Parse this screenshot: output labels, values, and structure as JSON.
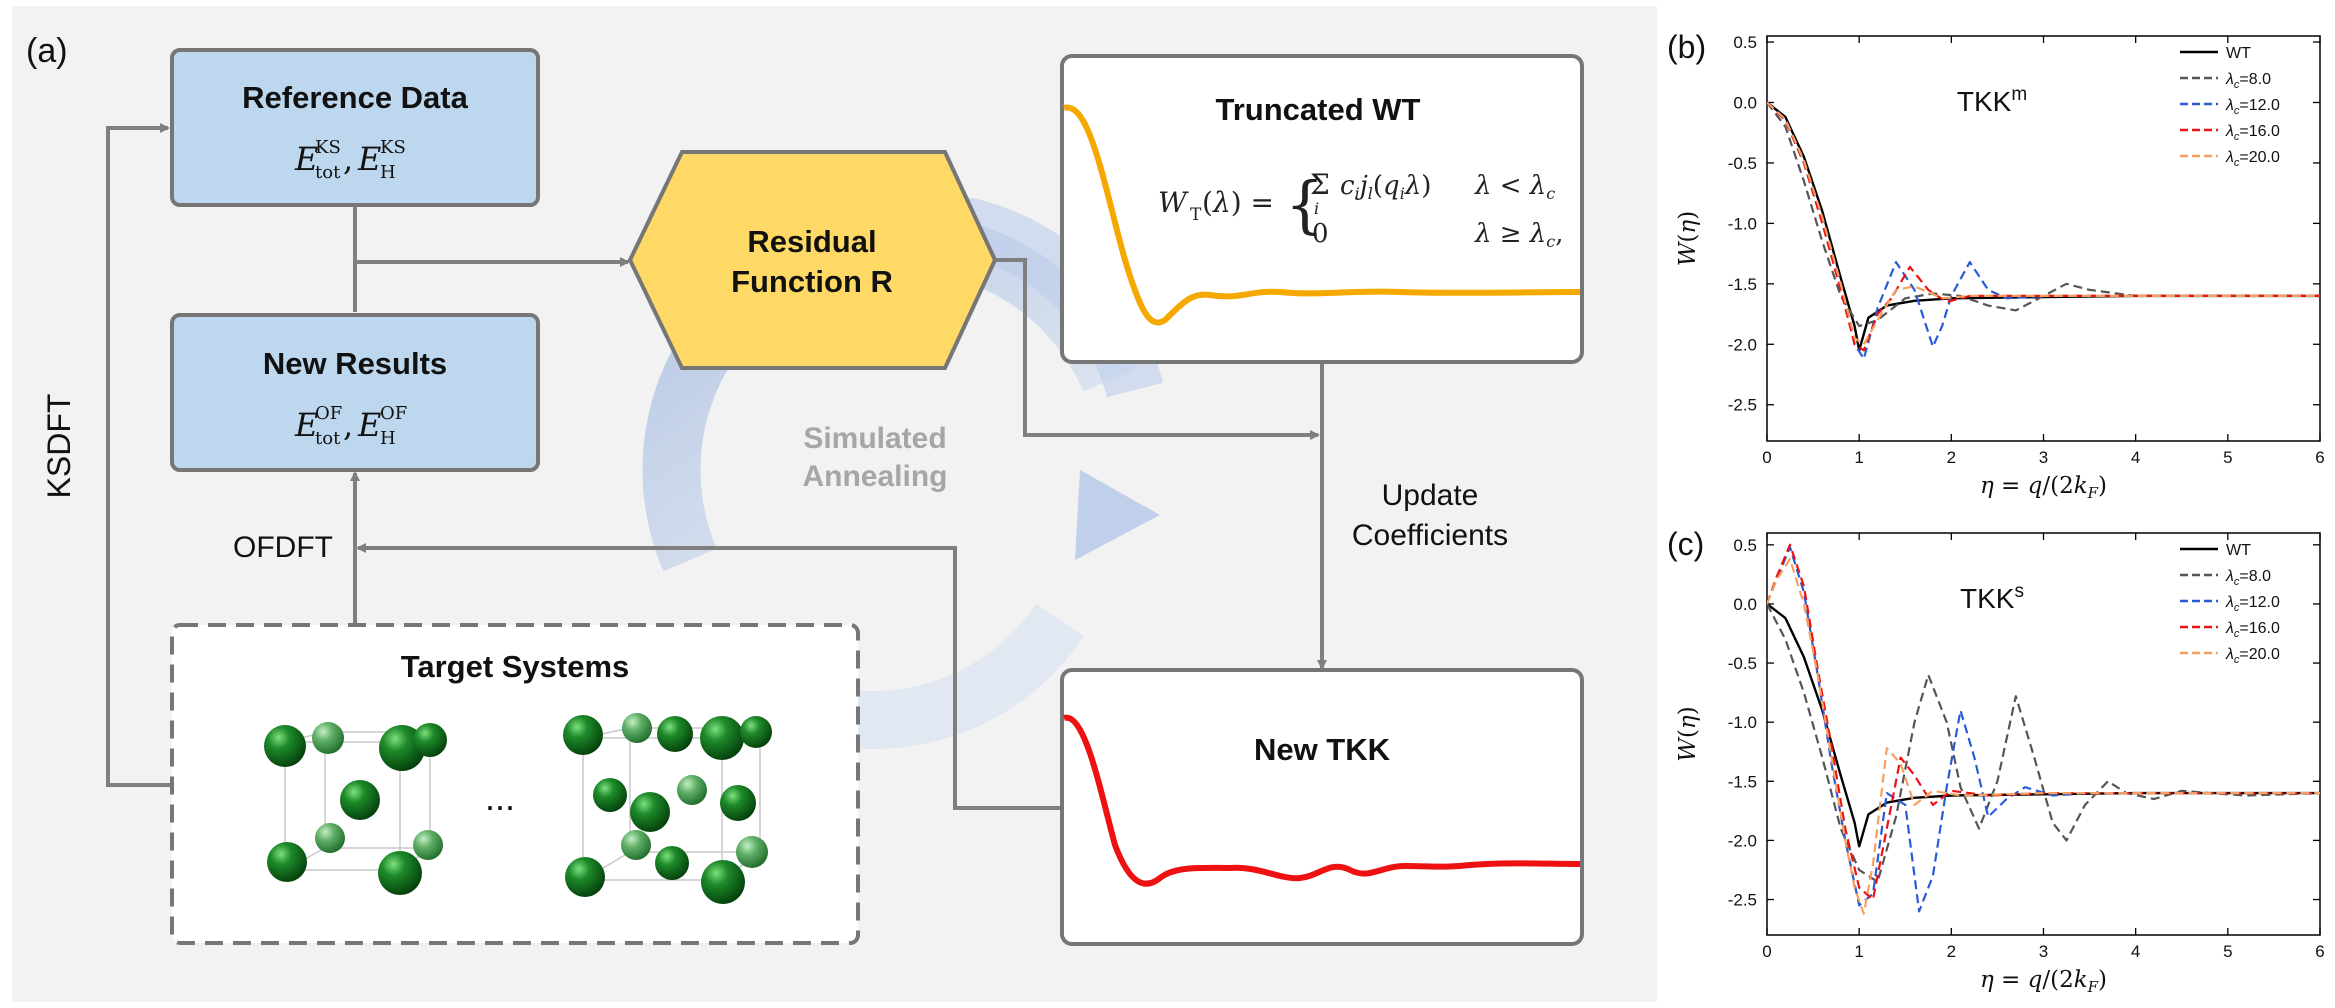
{
  "panel_a": {
    "label": "(a)",
    "reference_data": {
      "title": "Reference Data",
      "formula": "E_tot^KS, E_H^KS"
    },
    "new_results": {
      "title": "New Results",
      "formula": "E_tot^OF, E_H^OF"
    },
    "residual": {
      "line1": "Residual",
      "line2": "Function R"
    },
    "truncated_wt": {
      "title": "Truncated WT",
      "equation": "W_T(λ) = { Σ_i c_i j_l(q_i λ)  λ < λ_c ; 0  λ ≥ λ_c, }"
    },
    "new_tkk": {
      "title": "New TKK"
    },
    "target_systems": {
      "title": "Target Systems",
      "ellipsis": "..."
    },
    "ksdft": "KSDFT",
    "ofdft": "OFDFT",
    "annealing": {
      "line1": "Simulated",
      "line2": "Annealing"
    },
    "update": {
      "line1": "Update",
      "line2": "Coefficients"
    },
    "colors": {
      "blue_box": "#bdd7ee",
      "hexagon": "#ffd966",
      "orange_curve": "#f5a800",
      "red_curve": "#ee1111",
      "background": "#f2f2f2"
    }
  },
  "chart_data": [
    {
      "panel_label": "(b)",
      "type": "line",
      "title": "TKKm",
      "xlabel": "η = q/(2k_F)",
      "ylabel": "W(η)",
      "xlim": [
        0,
        6
      ],
      "ylim": [
        -2.8,
        0.55
      ],
      "xticks": [
        "0",
        "1",
        "2",
        "3",
        "4",
        "5",
        "6"
      ],
      "yticks": [
        "0.5",
        "0.0",
        "-0.5",
        "-1.0",
        "-1.5",
        "-2.0",
        "-2.5"
      ],
      "legend_position": "top-right",
      "series": [
        {
          "name": "WT",
          "color": "#000000",
          "dashed": false,
          "x": [
            0,
            0.2,
            0.4,
            0.6,
            0.8,
            0.95,
            1.0,
            1.1,
            1.3,
            1.6,
            2.0,
            3.0,
            4.0,
            6.0
          ],
          "y": [
            0,
            -0.12,
            -0.45,
            -0.9,
            -1.45,
            -1.85,
            -2.05,
            -1.78,
            -1.68,
            -1.64,
            -1.62,
            -1.61,
            -1.6,
            -1.6
          ]
        },
        {
          "name": "λc=8.0",
          "color": "#555555",
          "dashed": true,
          "x": [
            0,
            0.2,
            0.4,
            0.6,
            0.8,
            1.0,
            1.2,
            1.5,
            1.8,
            2.1,
            2.4,
            2.7,
            3.0,
            3.25,
            3.5,
            4.0,
            6.0
          ],
          "y": [
            0,
            -0.2,
            -0.65,
            -1.15,
            -1.6,
            -1.85,
            -1.8,
            -1.62,
            -1.58,
            -1.6,
            -1.68,
            -1.72,
            -1.6,
            -1.5,
            -1.55,
            -1.6,
            -1.6
          ]
        },
        {
          "name": "λc=12.0",
          "color": "#2a5bd7",
          "dashed": true,
          "x": [
            0,
            0.2,
            0.4,
            0.6,
            0.8,
            0.95,
            1.05,
            1.2,
            1.4,
            1.6,
            1.8,
            1.9,
            2.0,
            2.2,
            2.4,
            2.6,
            3.0,
            6.0
          ],
          "y": [
            0,
            -0.15,
            -0.5,
            -0.95,
            -1.5,
            -2.0,
            -2.12,
            -1.7,
            -1.32,
            -1.55,
            -2.02,
            -1.85,
            -1.6,
            -1.32,
            -1.55,
            -1.62,
            -1.6,
            -1.6
          ]
        },
        {
          "name": "λc=16.0",
          "color": "#ee1111",
          "dashed": true,
          "x": [
            0,
            0.2,
            0.4,
            0.6,
            0.8,
            0.95,
            1.05,
            1.2,
            1.35,
            1.55,
            1.75,
            1.95,
            2.2,
            3.0,
            6.0
          ],
          "y": [
            0,
            -0.15,
            -0.5,
            -1.0,
            -1.55,
            -2.0,
            -2.05,
            -1.75,
            -1.62,
            -1.36,
            -1.55,
            -1.65,
            -1.6,
            -1.6,
            -1.6
          ]
        },
        {
          "name": "λc=20.0",
          "color": "#f5a060",
          "dashed": true,
          "x": [
            0,
            0.2,
            0.4,
            0.6,
            0.8,
            0.95,
            1.05,
            1.2,
            1.4,
            1.6,
            1.9,
            2.2,
            3.0,
            6.0
          ],
          "y": [
            0,
            -0.14,
            -0.48,
            -0.95,
            -1.5,
            -1.95,
            -2.0,
            -1.8,
            -1.55,
            -1.52,
            -1.62,
            -1.6,
            -1.6,
            -1.6
          ]
        }
      ]
    },
    {
      "panel_label": "(c)",
      "type": "line",
      "title": "TKKs",
      "xlabel": "η = q/(2k_F)",
      "ylabel": "W(η)",
      "xlim": [
        0,
        6
      ],
      "ylim": [
        -2.8,
        0.6
      ],
      "xticks": [
        "0",
        "1",
        "2",
        "3",
        "4",
        "5",
        "6"
      ],
      "yticks": [
        "0.5",
        "0.0",
        "-0.5",
        "-1.0",
        "-1.5",
        "-2.0",
        "-2.5"
      ],
      "legend_position": "top-right",
      "series": [
        {
          "name": "WT",
          "color": "#000000",
          "dashed": false,
          "x": [
            0,
            0.2,
            0.4,
            0.6,
            0.8,
            0.95,
            1.0,
            1.1,
            1.3,
            1.6,
            2.0,
            3.0,
            4.0,
            6.0
          ],
          "y": [
            0,
            -0.12,
            -0.45,
            -0.9,
            -1.45,
            -1.85,
            -2.05,
            -1.78,
            -1.68,
            -1.64,
            -1.62,
            -1.61,
            -1.6,
            -1.6
          ]
        },
        {
          "name": "λc=8.0",
          "color": "#555555",
          "dashed": true,
          "x": [
            0,
            0.2,
            0.4,
            0.6,
            0.8,
            1.0,
            1.2,
            1.4,
            1.6,
            1.75,
            1.95,
            2.1,
            2.3,
            2.5,
            2.7,
            2.9,
            3.1,
            3.25,
            3.45,
            3.7,
            3.9,
            4.2,
            4.5,
            4.8,
            5.2,
            6.0
          ],
          "y": [
            0,
            -0.3,
            -0.75,
            -1.3,
            -1.9,
            -2.25,
            -2.35,
            -1.8,
            -1.0,
            -0.6,
            -1.0,
            -1.55,
            -1.9,
            -1.5,
            -0.78,
            -1.3,
            -1.85,
            -2.0,
            -1.7,
            -1.5,
            -1.6,
            -1.65,
            -1.58,
            -1.6,
            -1.62,
            -1.6
          ]
        },
        {
          "name": "λc=12.0",
          "color": "#2a5bd7",
          "dashed": true,
          "x": [
            0,
            0.1,
            0.25,
            0.4,
            0.55,
            0.7,
            0.85,
            1.0,
            1.15,
            1.3,
            1.5,
            1.65,
            1.8,
            1.95,
            2.1,
            2.25,
            2.4,
            2.6,
            2.8,
            3.1,
            3.5,
            6.0
          ],
          "y": [
            0,
            0.2,
            0.48,
            0.1,
            -0.6,
            -1.35,
            -2.0,
            -2.55,
            -2.45,
            -1.6,
            -1.7,
            -2.6,
            -2.3,
            -1.55,
            -0.9,
            -1.3,
            -1.8,
            -1.65,
            -1.55,
            -1.62,
            -1.6,
            -1.6
          ]
        },
        {
          "name": "λc=16.0",
          "color": "#ee1111",
          "dashed": true,
          "x": [
            0,
            0.1,
            0.25,
            0.4,
            0.55,
            0.7,
            0.85,
            1.0,
            1.15,
            1.3,
            1.45,
            1.6,
            1.8,
            2.0,
            2.4,
            3.0,
            6.0
          ],
          "y": [
            0,
            0.22,
            0.5,
            0.15,
            -0.55,
            -1.2,
            -1.9,
            -2.4,
            -2.5,
            -1.9,
            -1.3,
            -1.45,
            -1.7,
            -1.58,
            -1.62,
            -1.6,
            -1.6
          ]
        },
        {
          "name": "λc=20.0",
          "color": "#f5a060",
          "dashed": true,
          "x": [
            0,
            0.1,
            0.25,
            0.4,
            0.55,
            0.7,
            0.85,
            0.95,
            1.05,
            1.15,
            1.3,
            1.45,
            1.6,
            1.8,
            2.1,
            3.0,
            6.0
          ],
          "y": [
            0,
            0.2,
            0.38,
            0.0,
            -0.6,
            -1.3,
            -2.0,
            -2.4,
            -2.62,
            -2.2,
            -1.22,
            -1.35,
            -1.7,
            -1.58,
            -1.62,
            -1.6,
            -1.6
          ]
        }
      ]
    }
  ]
}
